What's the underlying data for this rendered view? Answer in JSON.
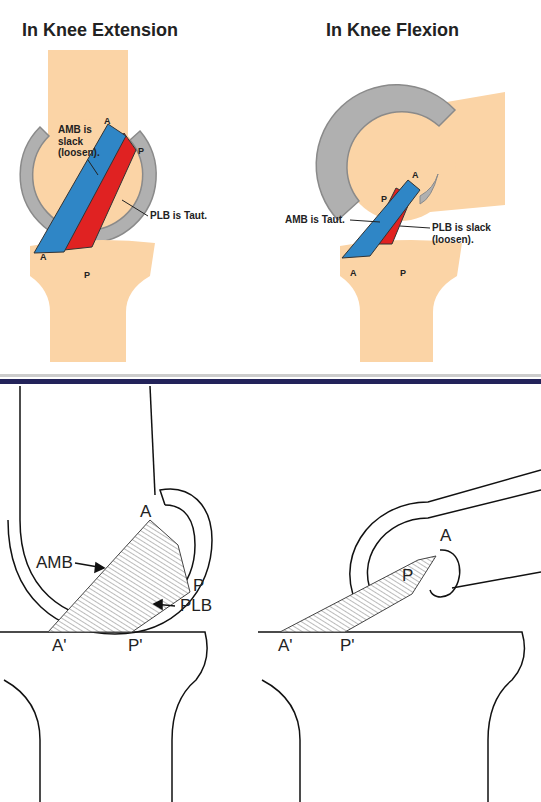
{
  "diagram": {
    "labels": [
      "In Knee Extension",
      "In Knee Flexion",
      "AMB is slack (loosen).",
      "A",
      "P",
      "PLB is Taut.",
      "A",
      "P",
      "P",
      "A",
      "AMB is Taut.",
      "PLB is slack (loosen).",
      "A",
      "P",
      "A",
      "AMB",
      "P",
      "PLB",
      "A'",
      "P'",
      "P",
      "A",
      "A'",
      "P'"
    ]
  }
}
